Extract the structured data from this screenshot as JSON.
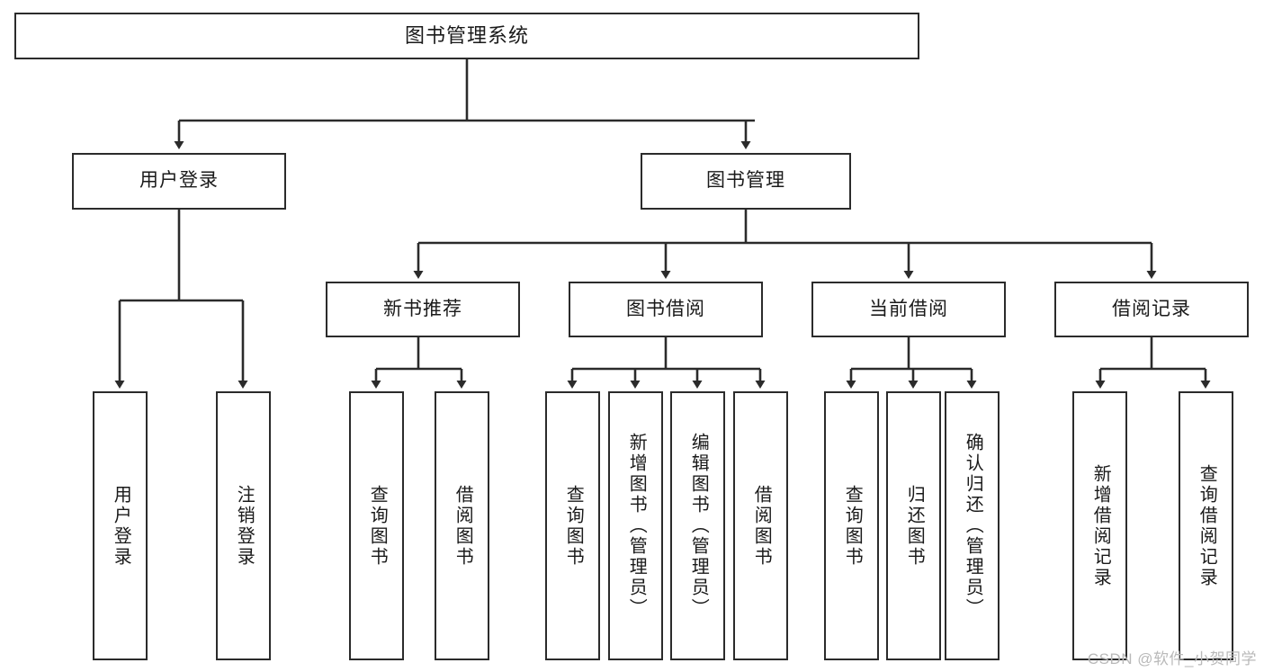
{
  "diagram": {
    "type": "hierarchy-tree",
    "title": "图书管理系统",
    "watermark": "CSDN @软件_小贺同学",
    "colors": {
      "stroke": "#2b2b2b",
      "fill": "#ffffff",
      "text": "#1a1a1a",
      "watermark": "#b9b9b9"
    },
    "nodes": {
      "root": {
        "label": "图书管理系统",
        "orientation": "horizontal"
      },
      "l2": [
        {
          "id": "user-login",
          "label": "用户登录",
          "orientation": "horizontal"
        },
        {
          "id": "book-manage",
          "label": "图书管理",
          "orientation": "horizontal"
        }
      ],
      "l3": [
        {
          "id": "new-book-recommend",
          "label": "新书推荐",
          "orientation": "horizontal"
        },
        {
          "id": "book-borrow",
          "label": "图书借阅",
          "orientation": "horizontal"
        },
        {
          "id": "current-borrow",
          "label": "当前借阅",
          "orientation": "horizontal"
        },
        {
          "id": "borrow-record",
          "label": "借阅记录",
          "orientation": "horizontal"
        }
      ],
      "leaves": [
        {
          "id": "leaf-user-login",
          "label": "用户登录",
          "orientation": "vertical",
          "parent": "user-login"
        },
        {
          "id": "leaf-logout-login",
          "label": "注销登录",
          "orientation": "vertical",
          "parent": "user-login"
        },
        {
          "id": "leaf-query-book-1",
          "label": "查询图书",
          "orientation": "vertical",
          "parent": "new-book-recommend"
        },
        {
          "id": "leaf-borrow-book-1",
          "label": "借阅图书",
          "orientation": "vertical",
          "parent": "new-book-recommend"
        },
        {
          "id": "leaf-query-book-2",
          "label": "查询图书",
          "orientation": "vertical",
          "parent": "book-borrow"
        },
        {
          "id": "leaf-add-book-admin",
          "label": "新增图书（管理员）",
          "orientation": "vertical",
          "parent": "book-borrow"
        },
        {
          "id": "leaf-edit-book-admin",
          "label": "编辑图书（管理员）",
          "orientation": "vertical",
          "parent": "book-borrow"
        },
        {
          "id": "leaf-borrow-book-2",
          "label": "借阅图书",
          "orientation": "vertical",
          "parent": "book-borrow"
        },
        {
          "id": "leaf-query-book-3",
          "label": "查询图书",
          "orientation": "vertical",
          "parent": "current-borrow"
        },
        {
          "id": "leaf-return-book",
          "label": "归还图书",
          "orientation": "vertical",
          "parent": "current-borrow"
        },
        {
          "id": "leaf-confirm-return-admin",
          "label": "确认归还（管理员）",
          "orientation": "vertical",
          "parent": "current-borrow"
        },
        {
          "id": "leaf-add-borrow-record",
          "label": "新增借阅记录",
          "orientation": "vertical",
          "parent": "borrow-record"
        },
        {
          "id": "leaf-query-borrow-record",
          "label": "查询借阅记录",
          "orientation": "vertical",
          "parent": "borrow-record"
        }
      ]
    }
  }
}
